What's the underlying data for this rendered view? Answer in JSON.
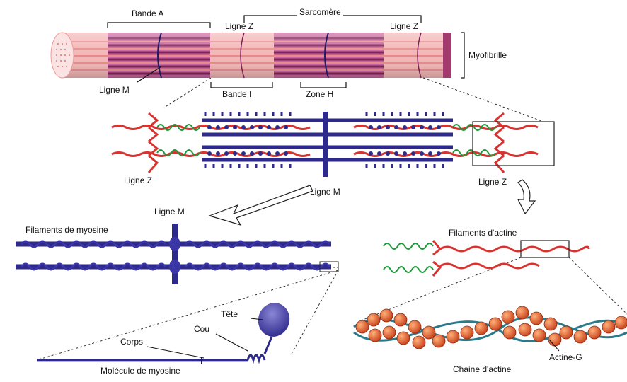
{
  "labels": {
    "bande_a": "Bande A",
    "sarcomere": "Sarcomère",
    "ligne_z_top_left": "Ligne Z",
    "ligne_z_top_right": "Ligne Z",
    "myofibrille": "Myofibrille",
    "ligne_m_top": "Ligne M",
    "bande_i": "Bande I",
    "zone_h": "Zone H",
    "ligne_z_mid_left": "Ligne Z",
    "ligne_m_mid": "Ligne M",
    "ligne_z_mid_right": "Ligne Z",
    "ligne_m_lower": "Ligne M",
    "filaments_myosine": "Filaments de myosine",
    "filaments_actine": "Filaments d'actine",
    "tete": "Tête",
    "cou": "Cou",
    "corps": "Corps",
    "molecule_myosine": "Molécule de myosine",
    "actine_g": "Actine-G",
    "chaine_actine": "Chaine d'actine"
  },
  "colors": {
    "myosin": "#2e2a8c",
    "actin": "#d8332f",
    "titin": "#1f9a3a",
    "myofibril_light": "#f3b5b5",
    "myofibril_dark": "#a33a6e",
    "actin_g": "#e2622a",
    "tropomyosin": "#2a7a8a"
  }
}
